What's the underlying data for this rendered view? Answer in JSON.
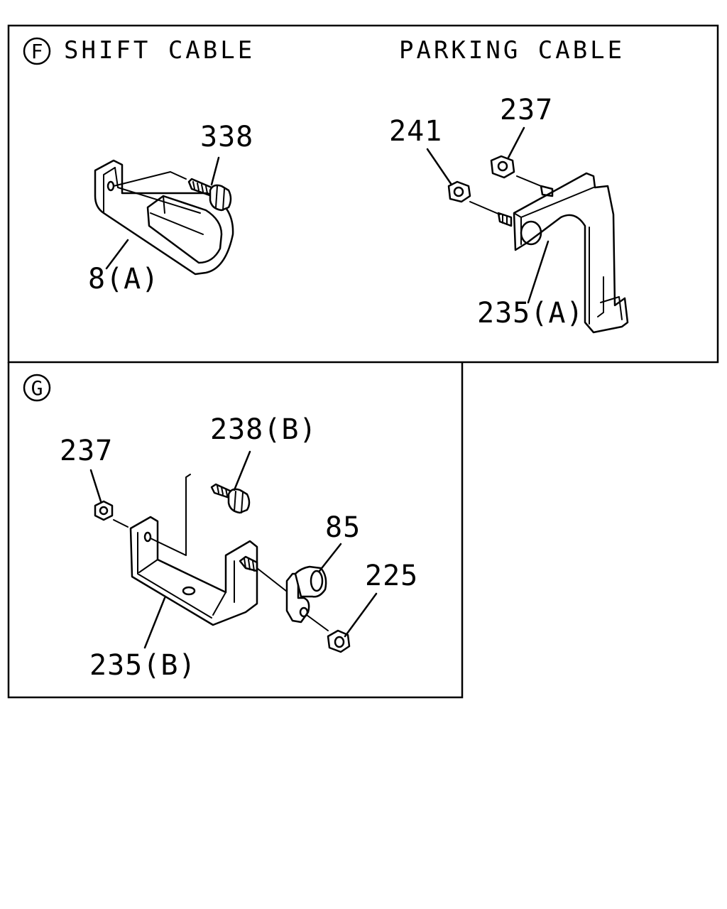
{
  "sections": {
    "f": {
      "letter": "F",
      "left_title": "SHIFT CABLE",
      "right_title": "PARKING CABLE",
      "callouts": {
        "p338": "338",
        "p8a": "8(A)",
        "p241": "241",
        "p237": "237",
        "p235a": "235(A)"
      }
    },
    "g": {
      "letter": "G",
      "callouts": {
        "p237": "237",
        "p238b": "238(B)",
        "p85": "85",
        "p225": "225",
        "p235b": "235(B)"
      }
    }
  }
}
